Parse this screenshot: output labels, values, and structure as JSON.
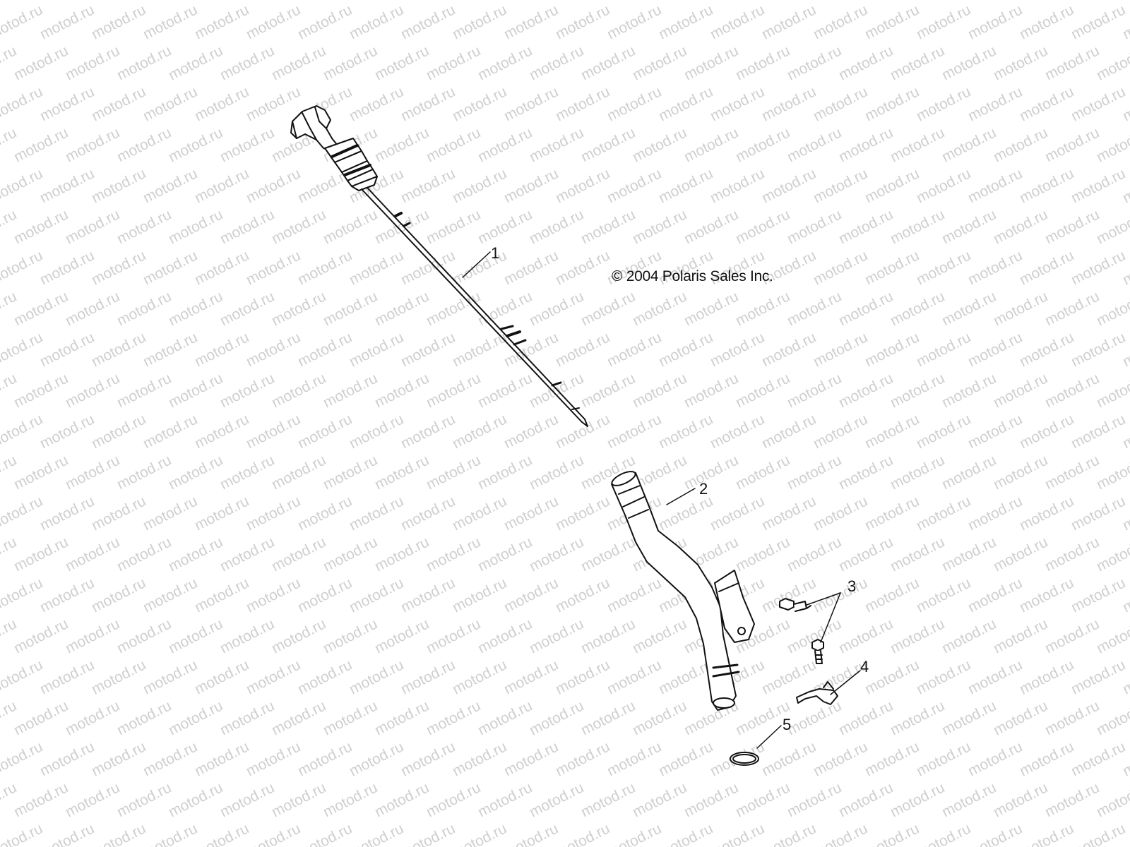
{
  "diagram": {
    "copyright": "© 2004 Polaris Sales Inc.",
    "watermark_text": "motod.ru",
    "callouts": [
      {
        "id": "1",
        "part": "dipstick"
      },
      {
        "id": "2",
        "part": "dipstick-tube"
      },
      {
        "id": "3",
        "part": "bolts"
      },
      {
        "id": "4",
        "part": "clip"
      },
      {
        "id": "5",
        "part": "o-ring"
      }
    ]
  }
}
